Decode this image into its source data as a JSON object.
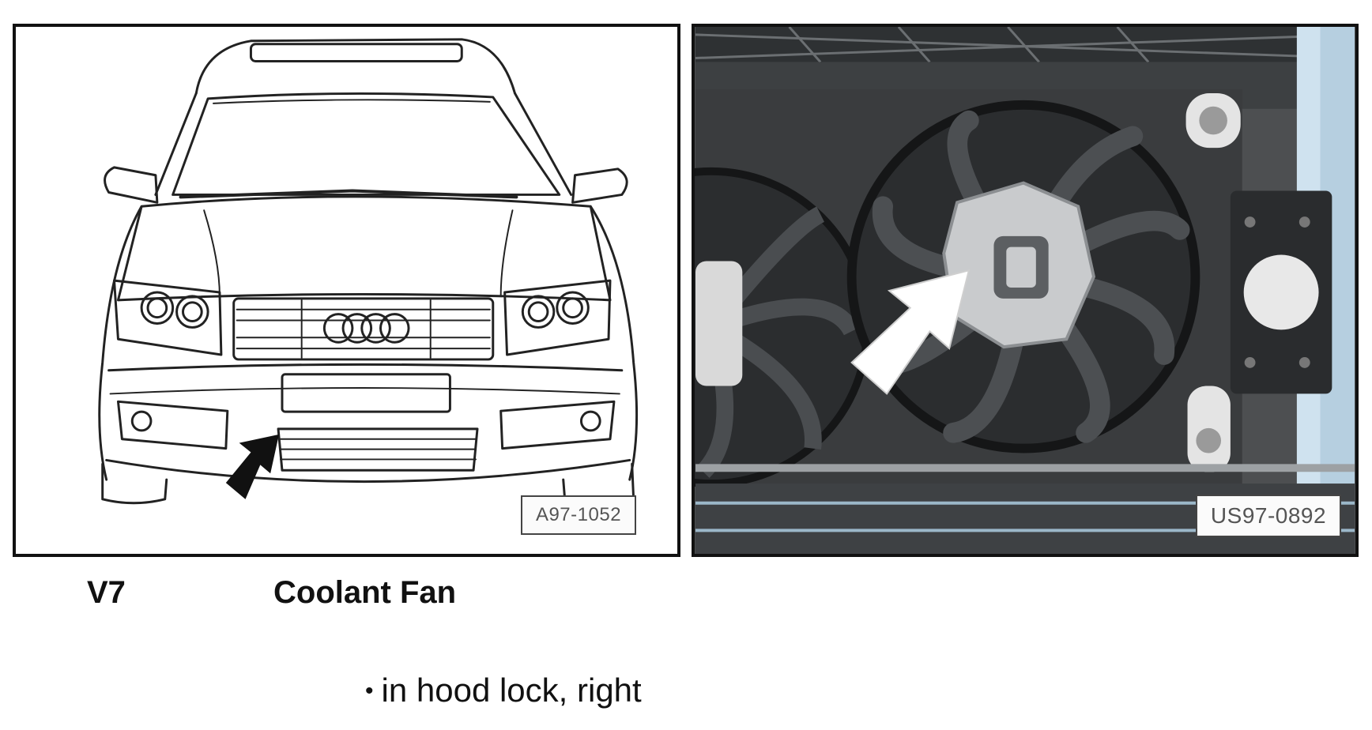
{
  "left_figure": {
    "figure_id": "A97-1052",
    "icon": "car-front-line-drawing"
  },
  "right_figure": {
    "figure_id": "US97-0892",
    "icon": "coolant-fan-photo"
  },
  "component": {
    "code": "V7",
    "name": "Coolant Fan"
  },
  "location": {
    "bullet": "•",
    "text": "in hood lock, right"
  }
}
